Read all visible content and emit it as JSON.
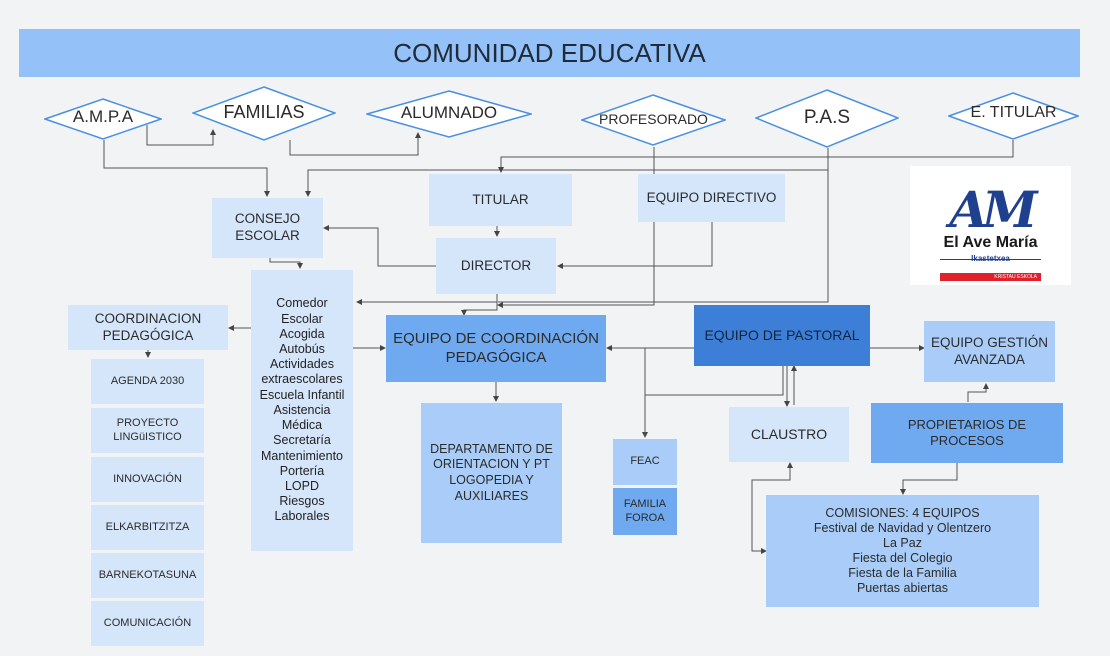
{
  "title": "COMUNIDAD EDUCATIVA",
  "diamonds": {
    "ampa": "A.M.P.A",
    "familias": "FAMILIAS",
    "alumnado": "ALUMNADO",
    "profesorado": "PROFESORADO",
    "pas": "P.A.S",
    "etitular": "E. TITULAR"
  },
  "boxes": {
    "titular": "TITULAR",
    "equipo_directivo": "EQUIPO DIRECTIVO",
    "consejo_escolar": "CONSEJO\nESCOLAR",
    "director": "DIRECTOR",
    "coordinacion_pedagogica": "COORDINACION\nPEDAGÓGICA",
    "equipo_coordinacion": "EQUIPO DE COORDINACIÓN\nPEDAGÓGICA",
    "equipo_pastoral": "EQUIPO DE PASTORAL",
    "equipo_gestion": "EQUIPO GESTIÓN\nAVANZADA",
    "departamento": "DEPARTAMENTO DE\nORIENTACION Y PT\nLOGOPEDIA  Y\nAUXILIARES",
    "feac": "FEAC",
    "familia_foroa": "FAMILIA\nFOROA",
    "claustro": "CLAUSTRO",
    "propietarios": "PROPIETARIOS DE\nPROCESOS",
    "comisiones": "COMISIONES: 4 EQUIPOS\nFestival de Navidad y Olentzero\nLa Paz\nFiesta del Colegio\nFiesta de la Familia\nPuertas abiertas"
  },
  "services": "Comedor\nEscolar\nAcogida\nAutobús\nActividades\nextraescolares\nEscuela Infantil\nAsistencia\nMédica\nSecretaría\nMantenimiento\nPortería\nLOPD\nRiesgos\nLaborales",
  "coord_items": [
    "AGENDA 2030",
    "PROYECTO\nLINGüISTICO",
    "INNOVACIÓN",
    "ELKARBITZITZA",
    "BARNEKOTASUNA",
    "COMUNICACIÓN"
  ],
  "logo": {
    "mark": "AM",
    "name": "El Ave María",
    "sub": "Ikastetxea",
    "tag": "KRISTAU ESKOLA"
  }
}
